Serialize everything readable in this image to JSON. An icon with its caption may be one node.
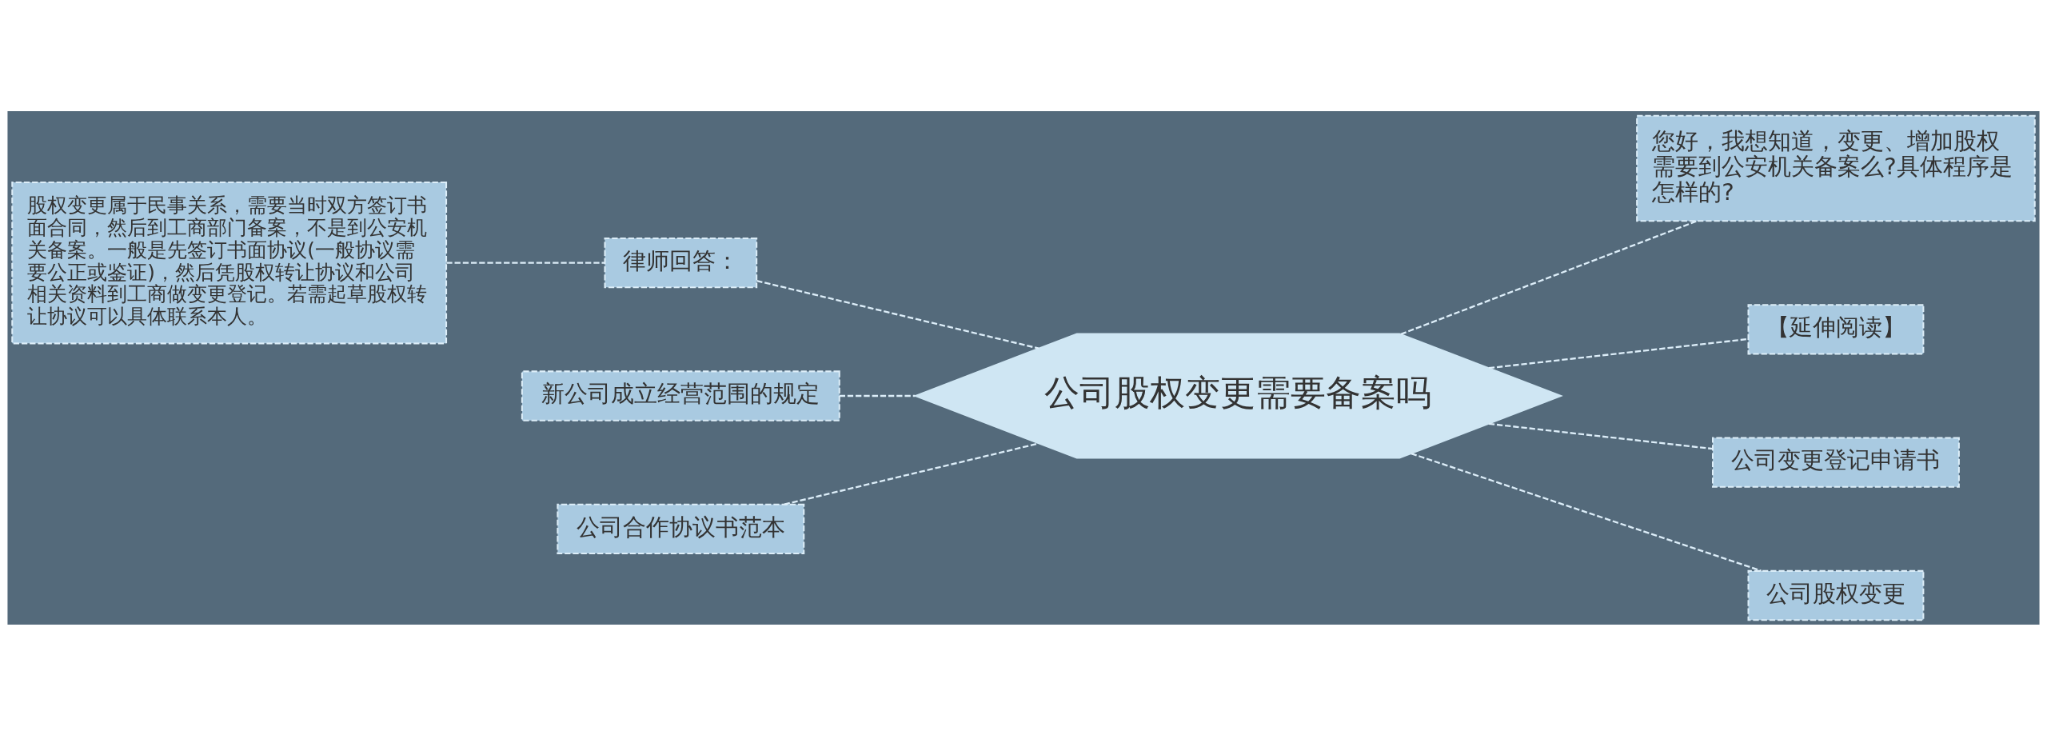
{
  "diagram": {
    "nodes": [
      {
        "text": [
          "公司股权变更需要备案吗"
        ]
      },
      {
        "text": [
          "律师回答："
        ]
      },
      {
        "text": [
          "股权变更属于民事关系，需要当时双方签订书面合同，然后到工商部门备案，不是到公安机关备案。一般是先签订书面协议(一般协议需要公正或鉴证)，然后凭股权转让协议和公司相关资料到工商做变更登记。若需起草股权转让协议可以具体联系本人。"
        ]
      },
      {
        "text": [
          "新公司成立经营范围的规定"
        ]
      },
      {
        "text": [
          "公司合作协议书范本"
        ]
      },
      {
        "text": [
          "您好，我想知道，变更、增加股权需要到公安机关备案么?具体程序是怎样的?"
        ]
      },
      {
        "text": [
          "【延伸阅读】"
        ]
      },
      {
        "text": [
          "公司变更登记申请书"
        ]
      },
      {
        "text": [
          "公司股权变更"
        ]
      }
    ],
    "edges": [
      {
        "from": 0,
        "to": 1,
        "arrow": "none",
        "style": "dashed"
      },
      {
        "from": 1,
        "to": 2,
        "arrow": "none",
        "style": "dashed"
      },
      {
        "from": 0,
        "to": 3,
        "arrow": "none",
        "style": "dashed"
      },
      {
        "from": 0,
        "to": 4,
        "arrow": "none",
        "style": "dashed"
      },
      {
        "from": 0,
        "to": 5,
        "arrow": "none",
        "style": "dashed"
      },
      {
        "from": 0,
        "to": 6,
        "arrow": "none",
        "style": "dashed"
      },
      {
        "from": 0,
        "to": 7,
        "arrow": "none",
        "style": "dashed"
      },
      {
        "from": 0,
        "to": 8,
        "arrow": "none",
        "style": "dashed"
      }
    ]
  }
}
